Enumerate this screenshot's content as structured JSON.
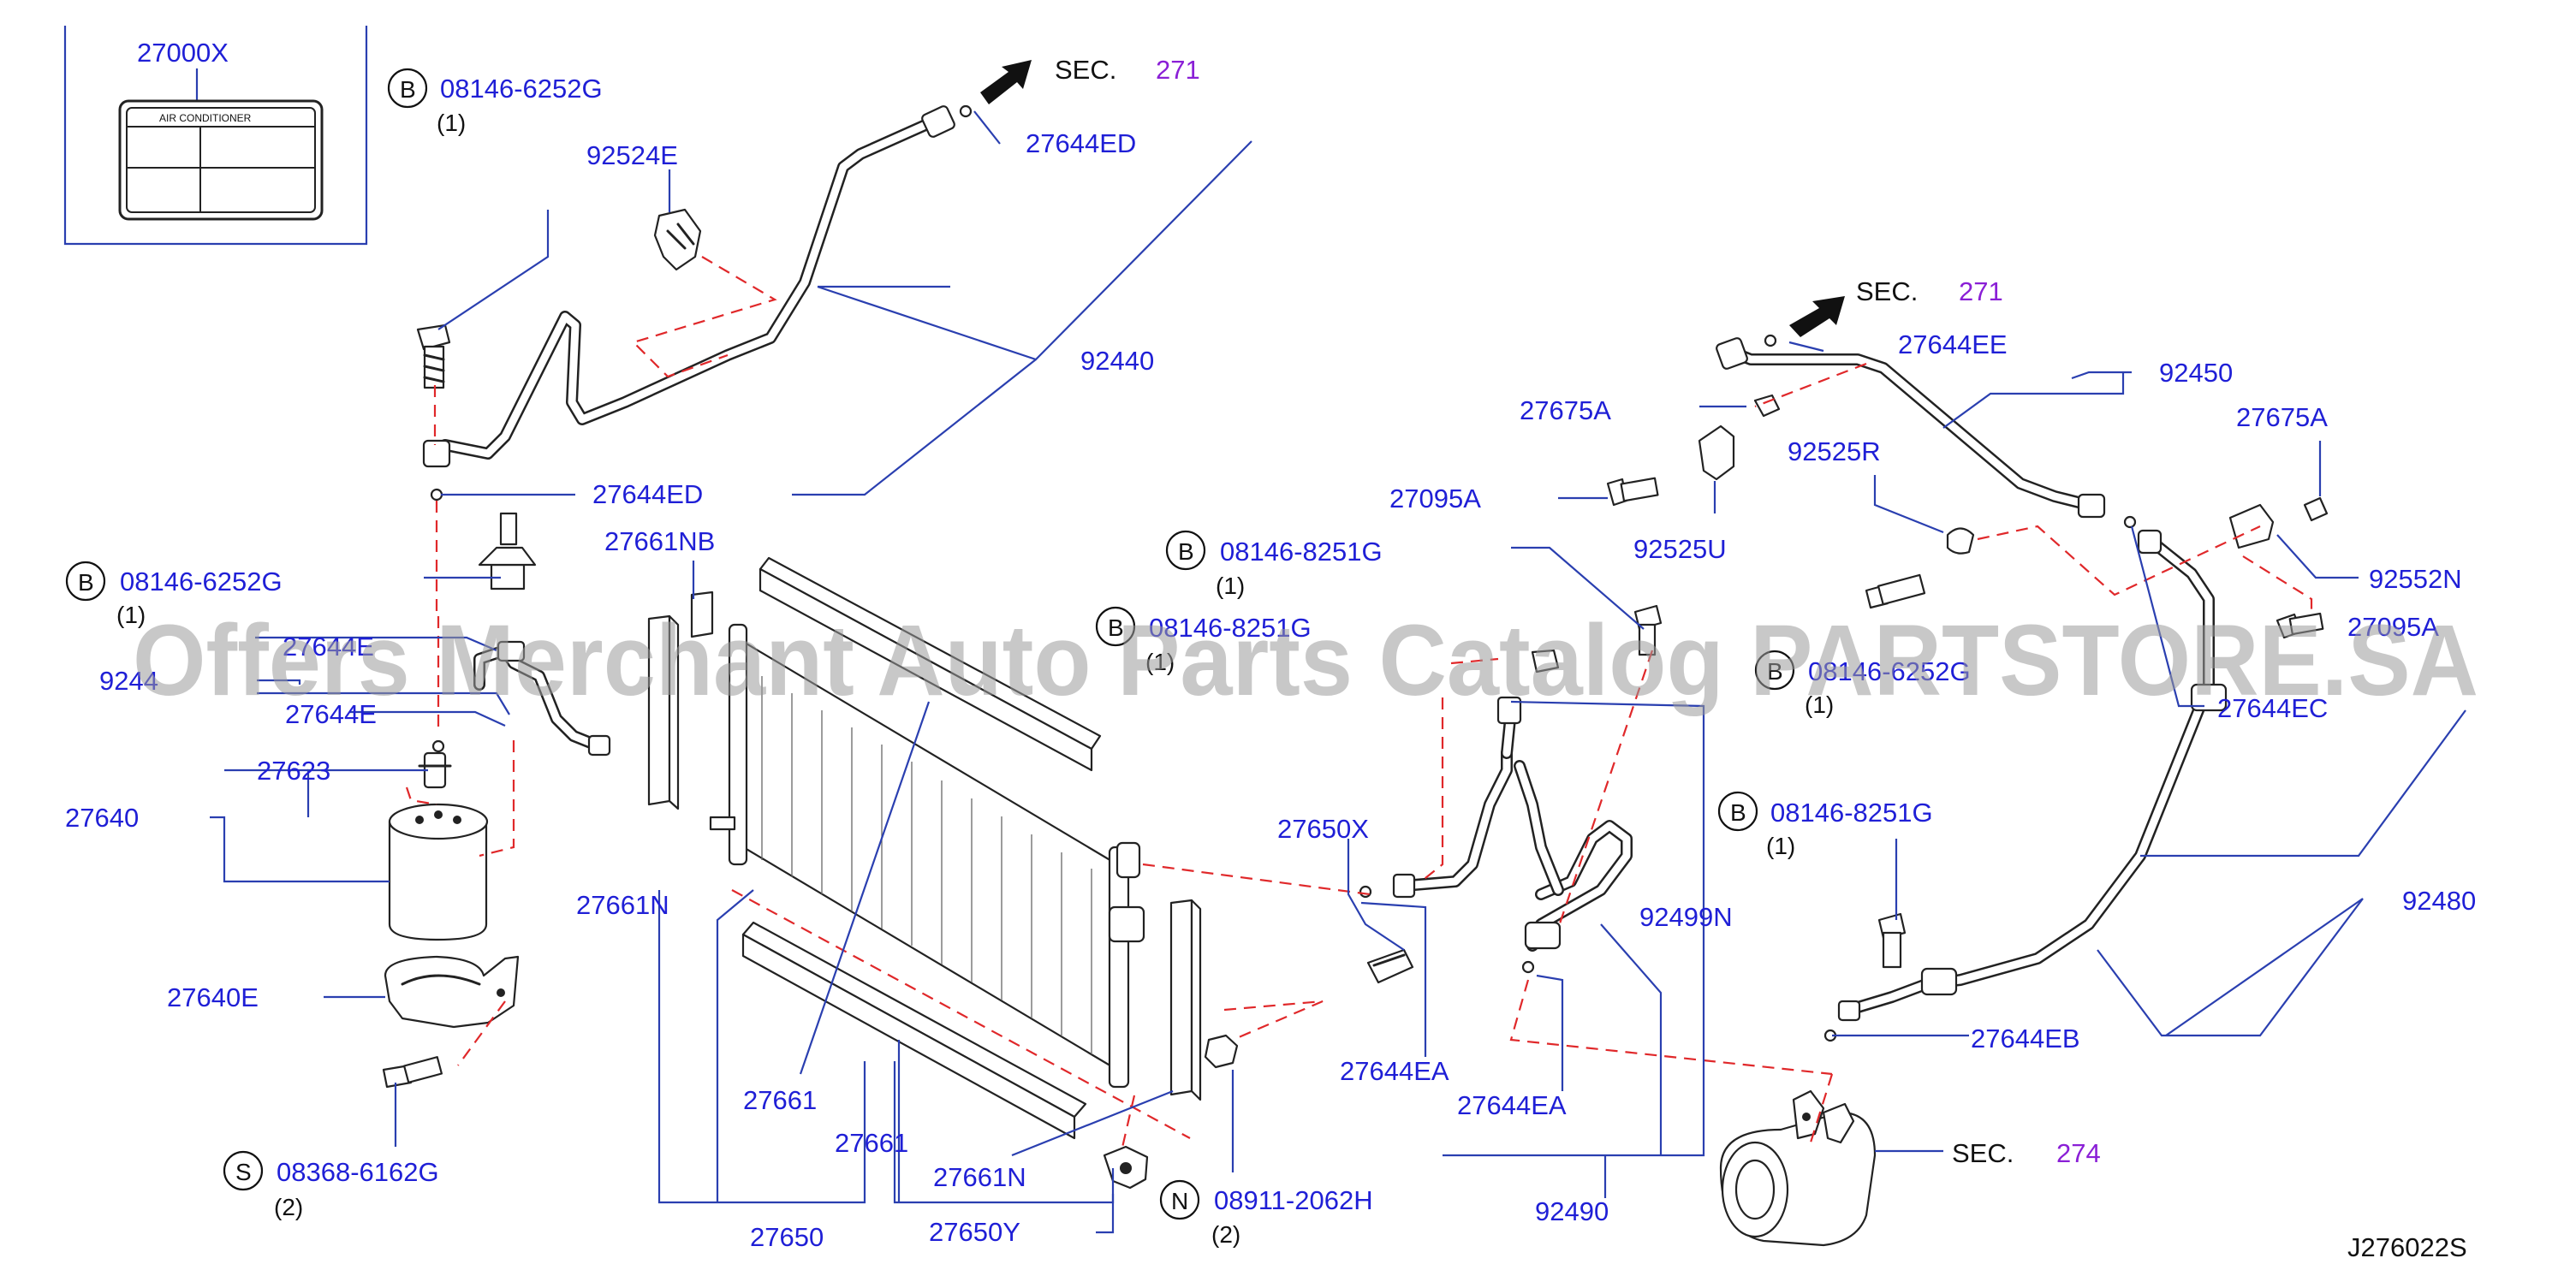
{
  "labels": {
    "kit_box": "27000X",
    "kit_plate_text": "AIR     CONDITIONER",
    "bolt_top": "08146-6252G",
    "bolt_top_qty": "(1)",
    "sec_top": "SEC.",
    "sec_top_num": "271",
    "clip_92524e": "92524E",
    "oring_top": "27644ED",
    "pipe_92440": "92440",
    "oring_mid": "27644ED",
    "bracket_27661nb": "27661NB",
    "bolt_left": "08146-6252G",
    "bolt_left_qty": "(1)",
    "pipe_obscured": "27644E",
    "pipe_92446": "9244",
    "oring_27644e": "27644E",
    "sensor_27623": "27623",
    "tank_27640": "27640",
    "bracket_27661n_left": "27661N",
    "bracket_27640e": "27640E",
    "bolt_screw": "08368-6162G",
    "bolt_screw_qty": "(2)",
    "seal_27661_a": "27661",
    "seal_27661_b": "27661",
    "bracket_27661n_right": "27661N",
    "condenser_27650": "27650",
    "bracket_27650y": "27650Y",
    "nut_n": "08911-2062H",
    "nut_n_qty": "(2)",
    "bolt_center_a": "08146-8251G",
    "bolt_center_a_qty": "(1)",
    "bolt_center_b": "08146-8251G",
    "bolt_center_b_qty": "(1)",
    "switch_27650x": "27650X",
    "oring_27644ea_a": "27644EA",
    "oring_27644ea_b": "27644EA",
    "hose_92499n": "92499N",
    "pipe_92490": "92490",
    "sec_right": "SEC.",
    "sec_right_num": "271",
    "oring_27644ee": "27644EE",
    "pipe_92450": "92450",
    "clip_27675a_left": "27675A",
    "clip_27675a_right": "27675A",
    "bolt_27095a_left": "27095A",
    "clip_92525r": "92525R",
    "bracket_92525u": "92525U",
    "bracket_92552n": "92552N",
    "bolt_27095a_right": "27095A",
    "bolt_right_mid": "08146-6252G",
    "bolt_right_mid_qty": "(1)",
    "oring_27644ec": "27644EC",
    "bolt_right_low": "08146-8251G",
    "bolt_right_low_qty": "(1)",
    "hose_92480": "92480",
    "oring_27644eb": "27644EB",
    "sec_bottom": "SEC.",
    "sec_bottom_num": "274",
    "diagram_code": "J276022S",
    "badge_b": "B",
    "badge_s": "S",
    "badge_n": "N"
  },
  "watermark": "Offers Merchant Auto Parts Catalog PARTSTORE.SA",
  "colors": {
    "part_number": "#1f1fd6",
    "section_number": "#8a1fd6",
    "leader_line": "#2a3fb0",
    "assembly_dash": "#e0282a"
  }
}
